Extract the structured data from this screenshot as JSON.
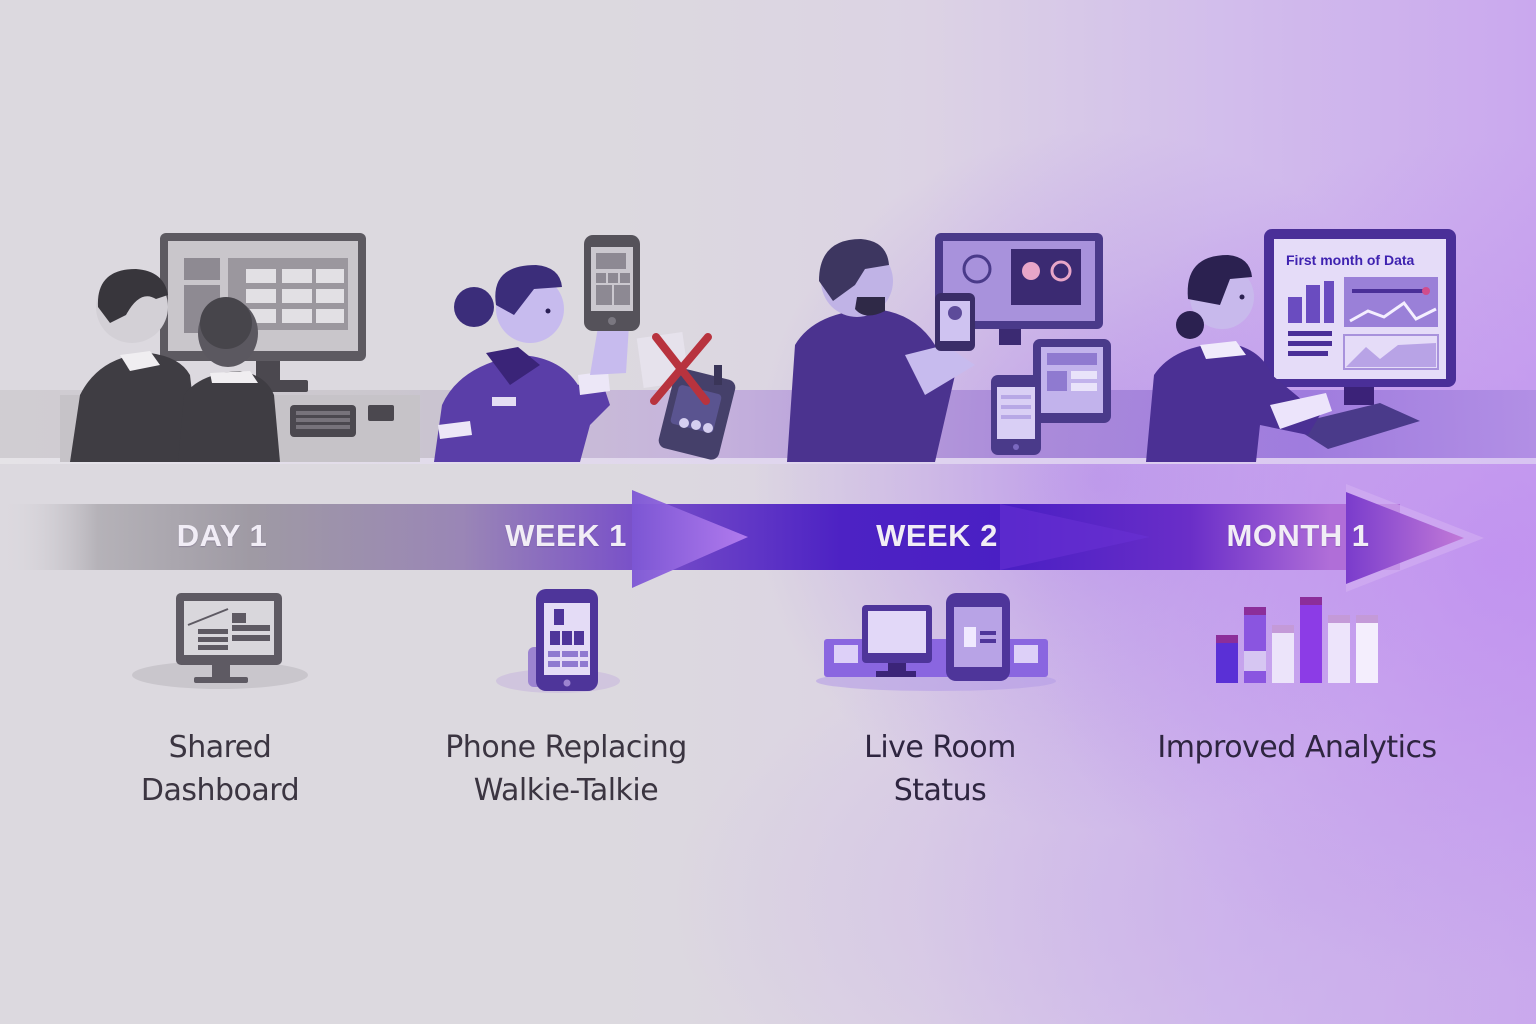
{
  "timeline": {
    "stages": [
      {
        "label": "DAY 1",
        "caption_line1": "Shared",
        "caption_line2": "Dashboard",
        "icon": "desktop-monitor-icon",
        "scene": "two-staff-viewing-dashboard"
      },
      {
        "label": "WEEK 1",
        "caption_line1": "Phone Replacing",
        "caption_line2": "Walkie-Talkie",
        "icon": "smartphone-icon",
        "scene": "nurse-holding-phone-walkie-crossed-out"
      },
      {
        "label": "WEEK 2",
        "caption_line1": "Live Room",
        "caption_line2": "Status",
        "icon": "monitor-and-tablet-icon",
        "scene": "staff-using-phone-and-devices"
      },
      {
        "label": "MONTH 1",
        "caption_line1": "Improved Analytics",
        "caption_line2": "",
        "icon": "bar-chart-icon",
        "scene": "staff-reviewing-analytics-monitor"
      }
    ]
  },
  "scene_text": {
    "analytics_screen_title": "First month of Data"
  },
  "colors": {
    "background_gray": "#dcd9df",
    "background_lavender": "#caa8ee",
    "arrow_gray": "#9e99a3",
    "arrow_purple": "#4a1fc4",
    "arrow_violet": "#8a55d8",
    "label_text": "#f1edf6",
    "caption_text": "#3b3541",
    "cross_red": "#b8333e"
  }
}
